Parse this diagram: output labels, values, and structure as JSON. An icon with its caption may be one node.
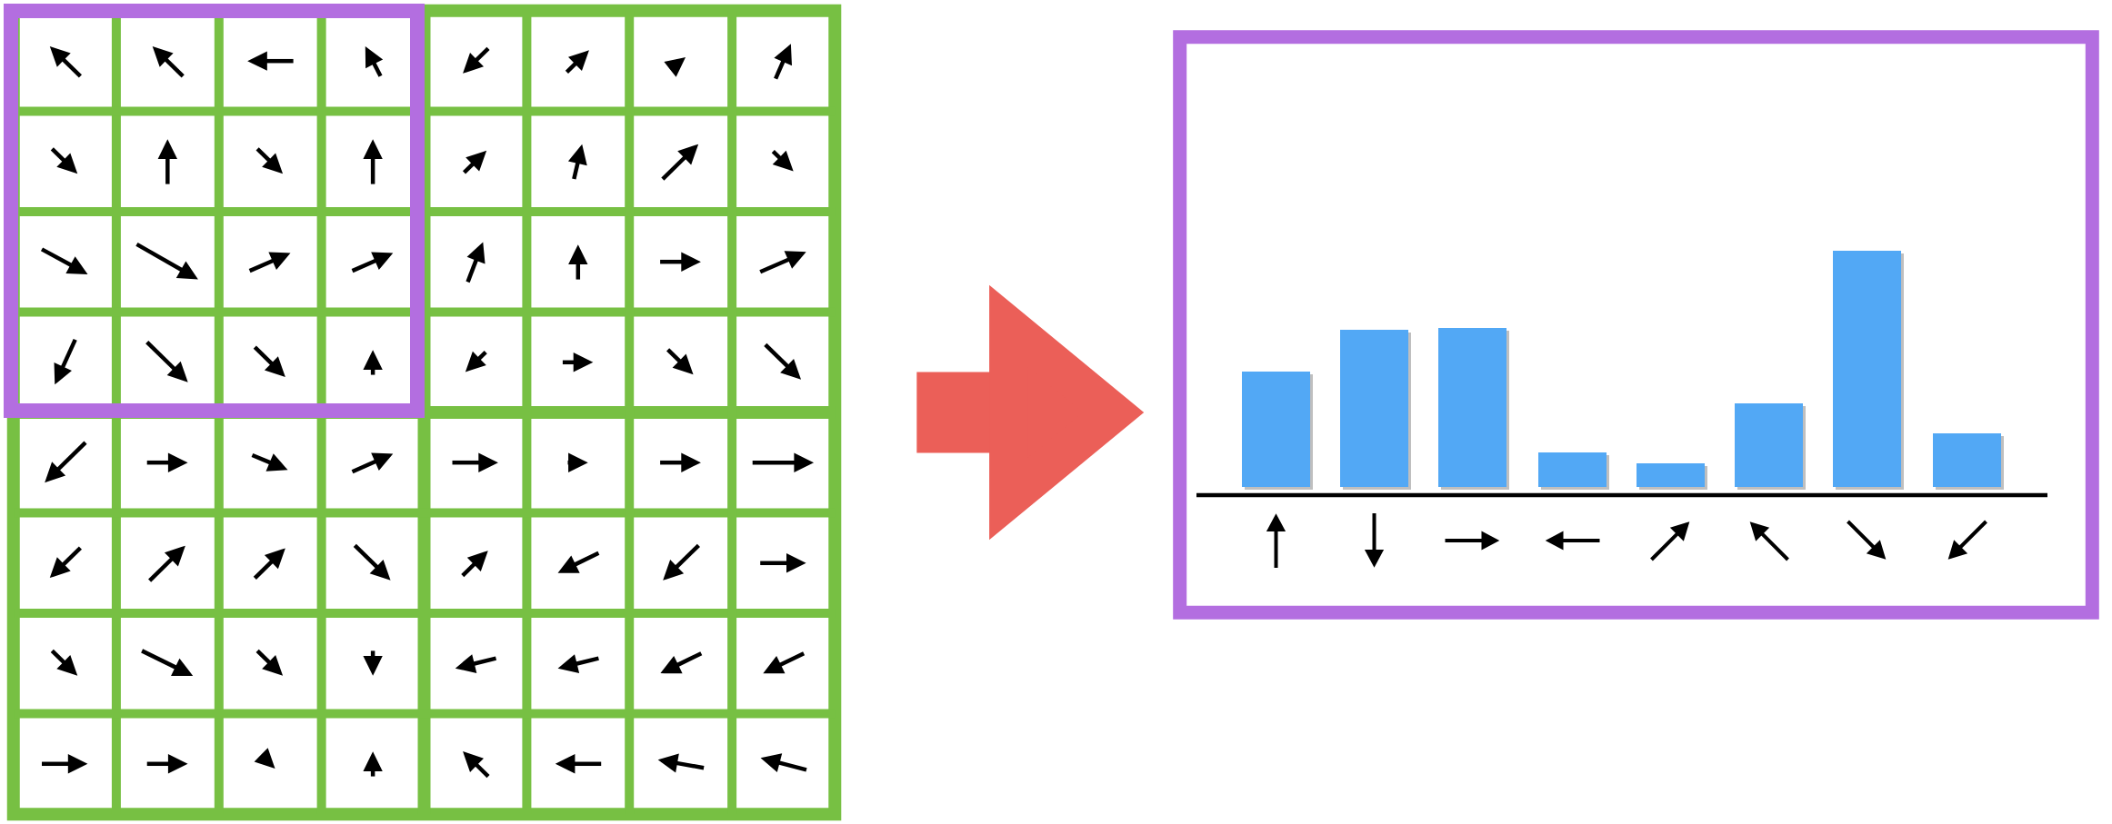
{
  "diagram": {
    "nodes": [
      {
        "text": [],
        "shape": "picture"
      },
      {
        "text": [],
        "shape": "box"
      }
    ],
    "edges": [
      {
        "from": 0,
        "to": 1,
        "arrow": "to"
      }
    ]
  }
}
